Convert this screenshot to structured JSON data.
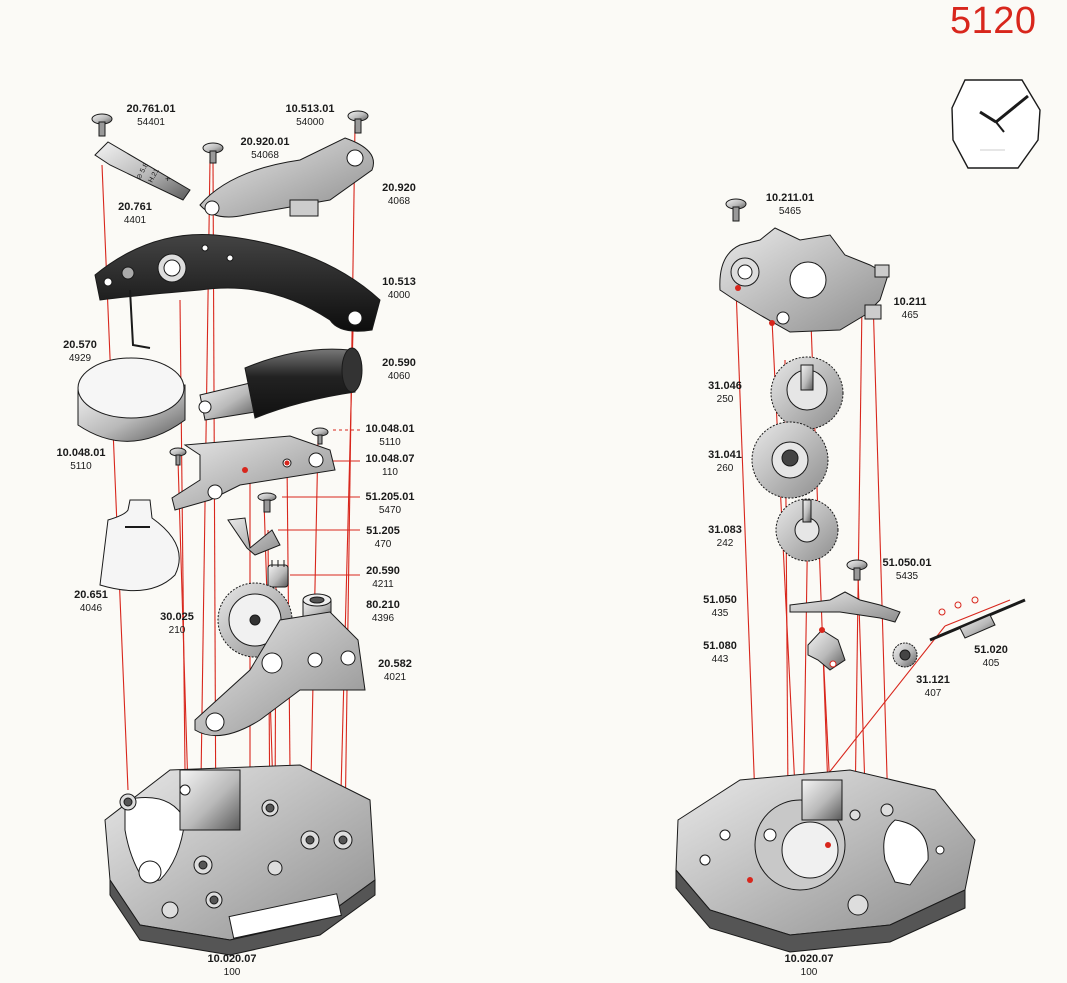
{
  "page_number": "5120",
  "parts": [
    {
      "id": "p01",
      "ref": "20.761.01",
      "num": "54401"
    },
    {
      "id": "p02",
      "ref": "20.920.01",
      "num": "54068"
    },
    {
      "id": "p03",
      "ref": "10.513.01",
      "num": "54000"
    },
    {
      "id": "p04",
      "ref": "20.920",
      "num": "4068"
    },
    {
      "id": "p05",
      "ref": "20.761",
      "num": "4401"
    },
    {
      "id": "p06",
      "ref": "10.513",
      "num": "4000"
    },
    {
      "id": "p07",
      "ref": "20.570",
      "num": "4929"
    },
    {
      "id": "p08",
      "ref": "20.590",
      "num": "4060"
    },
    {
      "id": "p09",
      "ref": "10.048.01",
      "num": "5110"
    },
    {
      "id": "p10",
      "ref": "10.048.07",
      "num": "110"
    },
    {
      "id": "p11",
      "ref": "10.048.01",
      "num": "5110"
    },
    {
      "id": "p12",
      "ref": "51.205.01",
      "num": "5470"
    },
    {
      "id": "p13",
      "ref": "51.205",
      "num": "470"
    },
    {
      "id": "p14",
      "ref": "20.590",
      "num": "4211"
    },
    {
      "id": "p15",
      "ref": "80.210",
      "num": "4396"
    },
    {
      "id": "p16",
      "ref": "20.651",
      "num": "4046"
    },
    {
      "id": "p17",
      "ref": "30.025",
      "num": "210"
    },
    {
      "id": "p18",
      "ref": "20.582",
      "num": "4021"
    },
    {
      "id": "p19",
      "ref": "10.020.07",
      "num": "100"
    },
    {
      "id": "p20",
      "ref": "10.211.01",
      "num": "5465"
    },
    {
      "id": "p21",
      "ref": "10.211",
      "num": "465"
    },
    {
      "id": "p22",
      "ref": "31.046",
      "num": "250"
    },
    {
      "id": "p23",
      "ref": "31.041",
      "num": "260"
    },
    {
      "id": "p24",
      "ref": "31.083",
      "num": "242"
    },
    {
      "id": "p25",
      "ref": "51.050.01",
      "num": "5435"
    },
    {
      "id": "p26",
      "ref": "51.050",
      "num": "435"
    },
    {
      "id": "p27",
      "ref": "51.080",
      "num": "443"
    },
    {
      "id": "p28",
      "ref": "51.020",
      "num": "405"
    },
    {
      "id": "p29",
      "ref": "31.121",
      "num": "407"
    },
    {
      "id": "p30",
      "ref": "10.020.07",
      "num": "100"
    }
  ],
  "bridge_marks": [
    "⊘ 5.8",
    "H.21",
    "+"
  ],
  "colors": {
    "accent": "#d8261c",
    "ink": "#1a1a1a",
    "paper": "#fbfaf6"
  }
}
